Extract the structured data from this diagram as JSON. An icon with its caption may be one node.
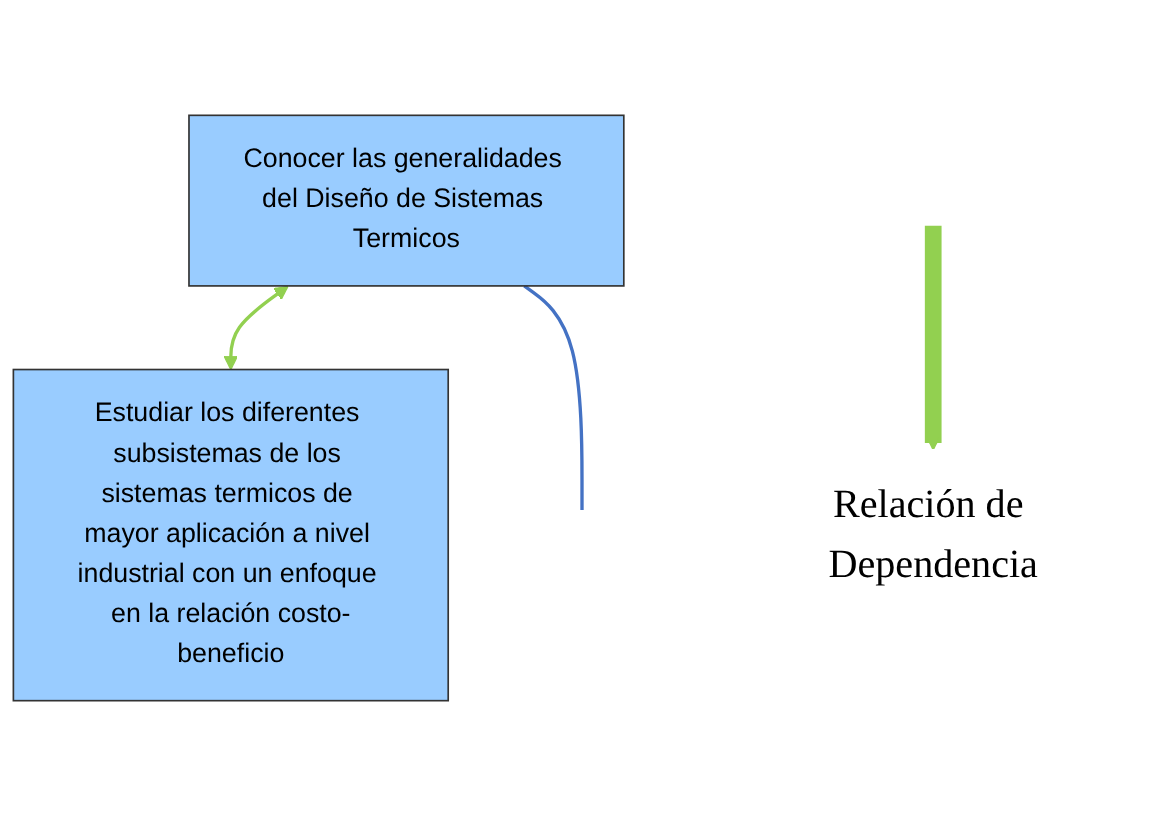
{
  "diagram": {
    "nodes": [
      {
        "text": [
          "Conocer las generalidades del Diseño de Sistemas Termicos"
        ]
      },
      {
        "text": [
          "Estudiar los diferentes subsistemas de los sistemas termicos de mayor aplicación a nivel industrial con un enfoque en la relación costo-beneficio"
        ]
      },
      {
        "text": [
          "Relación de Dependencia"
        ]
      }
    ],
    "edges": [
      {
        "from": 0,
        "to": 1,
        "arrow": "both",
        "color": "#92d050"
      },
      {
        "from": 0,
        "to": null,
        "arrow": "none",
        "color": "#4472c4"
      },
      {
        "from": null,
        "to": 2,
        "arrow": "to",
        "style": "thick",
        "color": "#92d050"
      }
    ]
  }
}
